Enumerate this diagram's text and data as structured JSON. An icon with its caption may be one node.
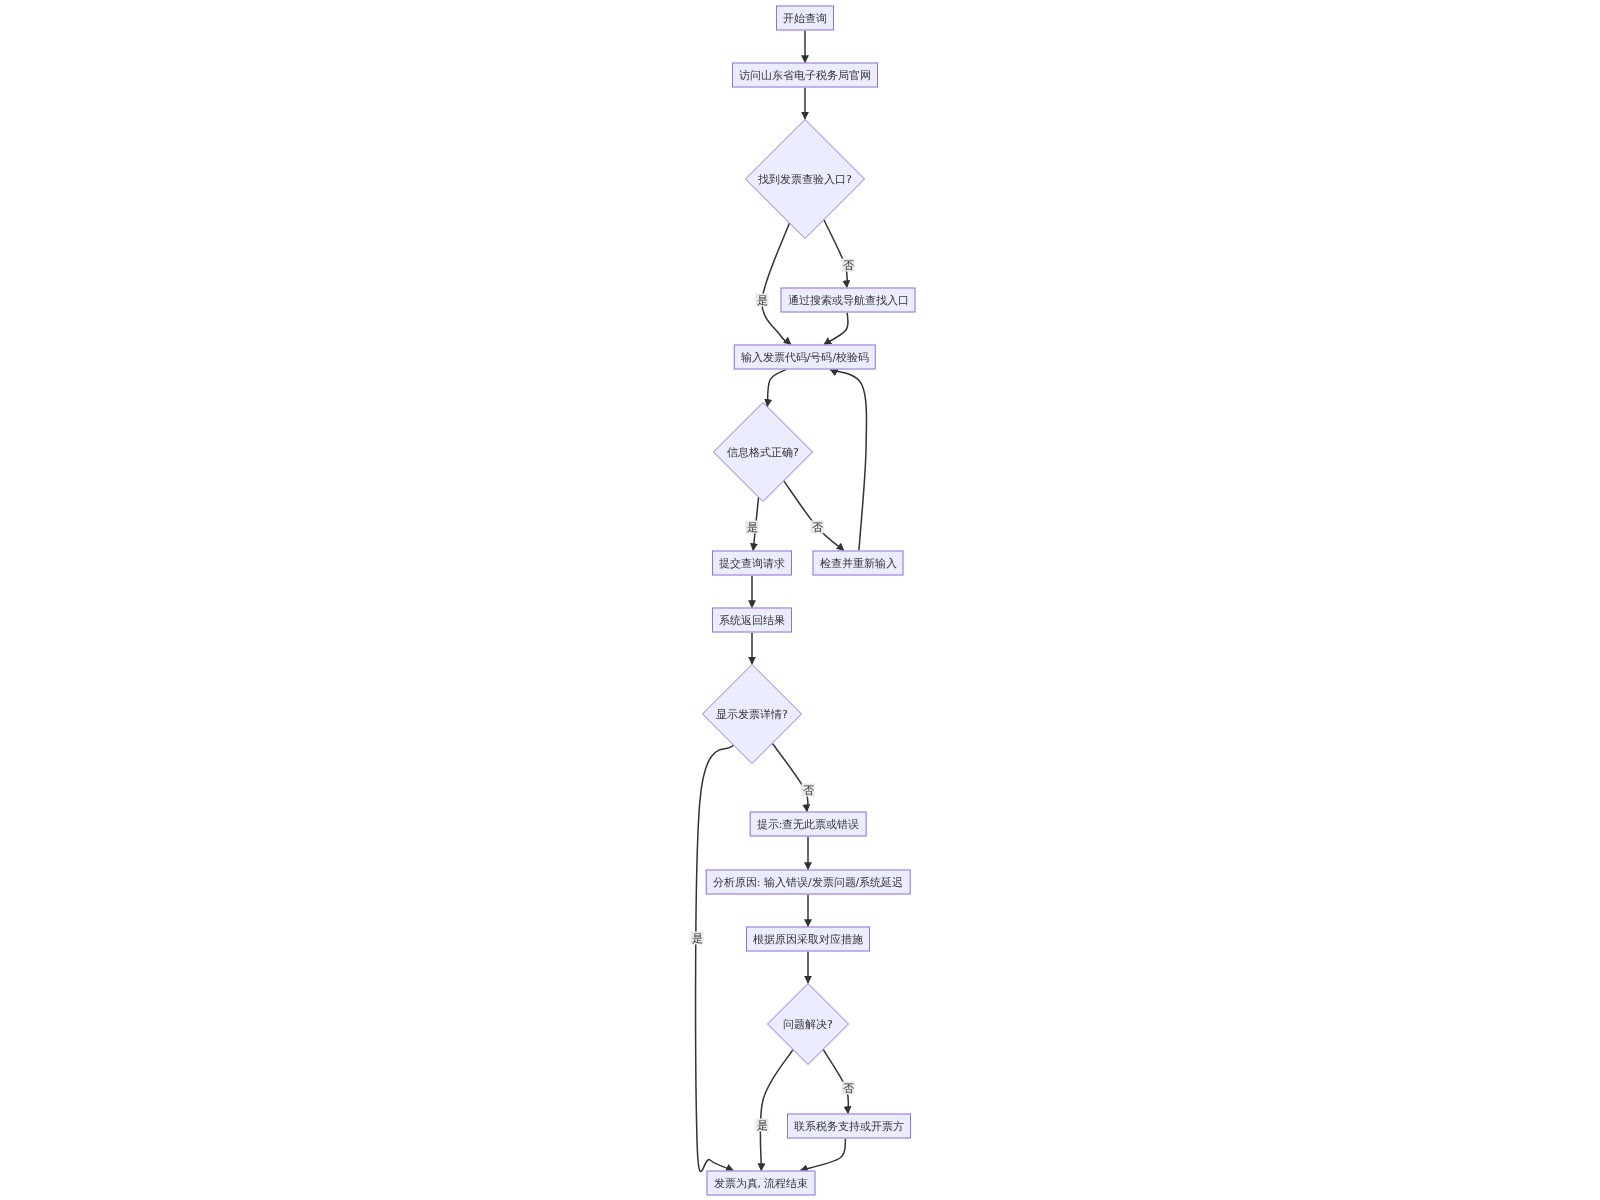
{
  "diagram": {
    "nodes": [
      {
        "text": [
          "开始查询"
        ]
      },
      {
        "text": [
          "访问山东省电子税务局官网"
        ]
      },
      {
        "text": [
          "找到发票查验入口?"
        ]
      },
      {
        "text": [
          "通过搜索或导航查找入口"
        ]
      },
      {
        "text": [
          "输入发票代码/号码/校验码"
        ]
      },
      {
        "text": [
          "信息格式正确?"
        ]
      },
      {
        "text": [
          "提交查询请求"
        ]
      },
      {
        "text": [
          "检查并重新输入"
        ]
      },
      {
        "text": [
          "系统返回结果"
        ]
      },
      {
        "text": [
          "显示发票详情?"
        ]
      },
      {
        "text": [
          "提示:查无此票或错误"
        ]
      },
      {
        "text": [
          "分析原因: 输入错误/发票问题/系统延迟"
        ]
      },
      {
        "text": [
          "根据原因采取对应措施"
        ]
      },
      {
        "text": [
          "问题解决?"
        ]
      },
      {
        "text": [
          "联系税务支持或开票方"
        ]
      },
      {
        "text": [
          "发票为真, 流程结束"
        ]
      }
    ],
    "edges": [
      {
        "from": 0,
        "to": 1,
        "arrow": "to"
      },
      {
        "from": 1,
        "to": 2,
        "arrow": "to"
      },
      {
        "from": 2,
        "to": 4,
        "arrow": "to",
        "label": "是"
      },
      {
        "from": 2,
        "to": 3,
        "arrow": "to",
        "label": "否"
      },
      {
        "from": 3,
        "to": 4,
        "arrow": "to"
      },
      {
        "from": 4,
        "to": 5,
        "arrow": "to"
      },
      {
        "from": 5,
        "to": 6,
        "arrow": "to",
        "label": "是"
      },
      {
        "from": 5,
        "to": 7,
        "arrow": "to",
        "label": "否"
      },
      {
        "from": 7,
        "to": 4,
        "arrow": "to"
      },
      {
        "from": 6,
        "to": 8,
        "arrow": "to"
      },
      {
        "from": 8,
        "to": 9,
        "arrow": "to"
      },
      {
        "from": 9,
        "to": 15,
        "arrow": "to",
        "label": "是"
      },
      {
        "from": 9,
        "to": 10,
        "arrow": "to",
        "label": "否"
      },
      {
        "from": 10,
        "to": 11,
        "arrow": "to"
      },
      {
        "from": 11,
        "to": 12,
        "arrow": "to"
      },
      {
        "from": 12,
        "to": 13,
        "arrow": "to"
      },
      {
        "from": 13,
        "to": 15,
        "arrow": "to",
        "label": "是"
      },
      {
        "from": 13,
        "to": 14,
        "arrow": "to",
        "label": "否"
      },
      {
        "from": 14,
        "to": 15,
        "arrow": "to"
      }
    ]
  }
}
